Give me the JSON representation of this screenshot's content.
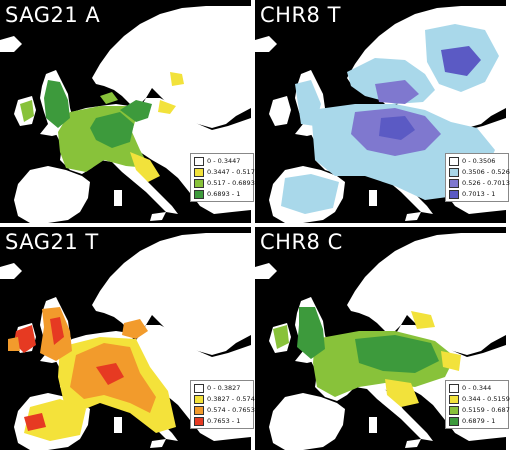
{
  "panels": [
    {
      "title": "SAG21 A",
      "colors": [
        "#ffffff",
        "#f2e23b",
        "#88c23a",
        "#3d9a3c"
      ],
      "legend": [
        {
          "label": "0 - 0.3447",
          "color": "#ffffff"
        },
        {
          "label": "0.3447 - 0.517",
          "color": "#f2e23b"
        },
        {
          "label": "0.517 - 0.6893",
          "color": "#88c23a"
        },
        {
          "label": "0.6893 - 1",
          "color": "#3d9a3c"
        }
      ]
    },
    {
      "title": "CHR8 T",
      "colors": [
        "#ffffff",
        "#a9d8ea",
        "#7f78cf",
        "#5b5ac4"
      ],
      "legend": [
        {
          "label": "0 - 0.3506",
          "color": "#ffffff"
        },
        {
          "label": "0.3506 - 0.526",
          "color": "#a9d8ea"
        },
        {
          "label": "0.526 - 0.7013",
          "color": "#7f78cf"
        },
        {
          "label": "0.7013 - 1",
          "color": "#5b5ac4"
        }
      ]
    },
    {
      "title": "SAG21 T",
      "colors": [
        "#ffffff",
        "#f4e23a",
        "#f29b2c",
        "#e63a22"
      ],
      "legend": [
        {
          "label": "0 - 0.3827",
          "color": "#ffffff"
        },
        {
          "label": "0.3827 - 0.574",
          "color": "#f4e23a"
        },
        {
          "label": "0.574 - 0.7653",
          "color": "#f29b2c"
        },
        {
          "label": "0.7653 - 1",
          "color": "#e63a22"
        }
      ]
    },
    {
      "title": "CHR8 C",
      "colors": [
        "#ffffff",
        "#f2e23b",
        "#88c23a",
        "#3d9a3c"
      ],
      "legend": [
        {
          "label": "0 - 0.344",
          "color": "#ffffff"
        },
        {
          "label": "0.344 - 0.5159",
          "color": "#f2e23b"
        },
        {
          "label": "0.5159 - 0.687",
          "color": "#88c23a"
        },
        {
          "label": "0.6879 - 1",
          "color": "#3d9a3c"
        }
      ]
    }
  ]
}
